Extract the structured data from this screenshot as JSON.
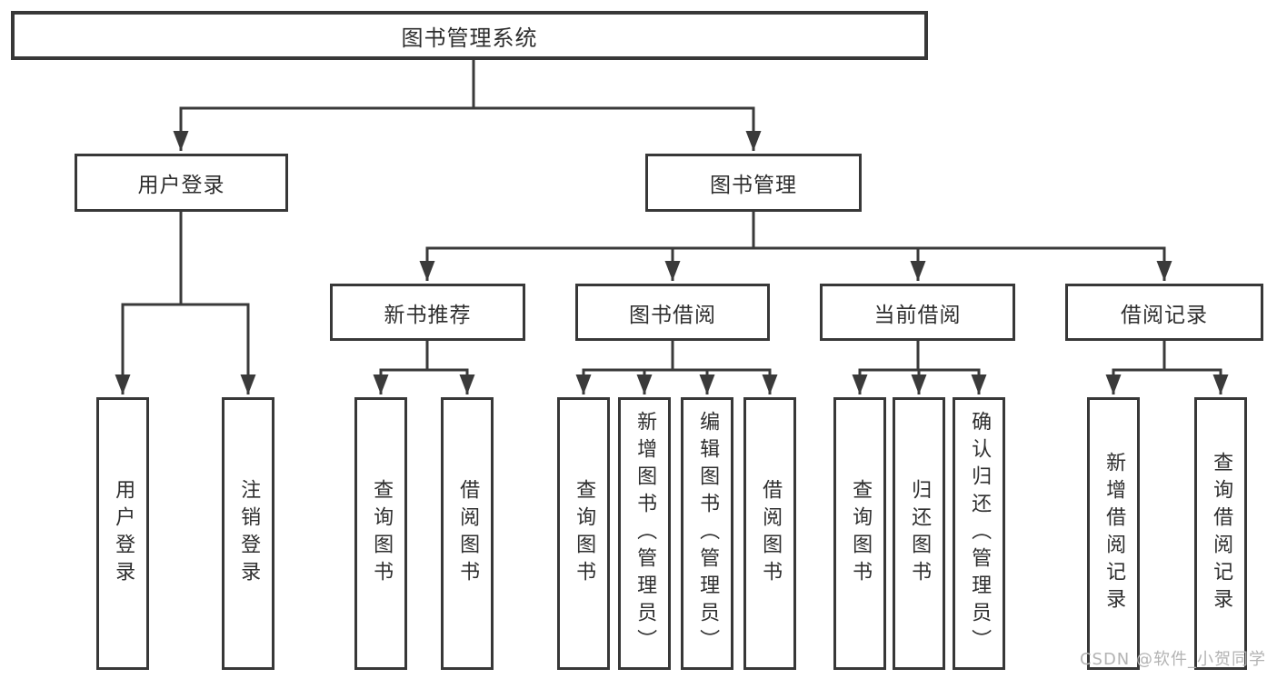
{
  "diagram": {
    "type": "hierarchy-diagram",
    "background": "#ffffff",
    "line_color": "#3a3a3a",
    "text_color": "#2e2e2e",
    "watermark": {
      "text": "CSDN @软件_小贺同学",
      "color": "#b3b3b3"
    },
    "nodes": {
      "root": {
        "label": "图书管理系统"
      },
      "user_login": {
        "label": "用户登录"
      },
      "book_mgmt": {
        "label": "图书管理"
      },
      "new_book_rec": {
        "label": "新书推荐"
      },
      "book_borrow": {
        "label": "图书借阅"
      },
      "current_borrow": {
        "label": "当前借阅"
      },
      "borrow_records": {
        "label": "借阅记录"
      },
      "leaf_user_login": {
        "label": "用户登录"
      },
      "leaf_logout": {
        "label": "注销登录"
      },
      "leaf_rec_query_books": {
        "label": "查询图书"
      },
      "leaf_rec_borrow_books": {
        "label": "借阅图书"
      },
      "leaf_bb_query_books": {
        "label": "查询图书"
      },
      "leaf_bb_add_books": {
        "label": "新增图书（管理员）"
      },
      "leaf_bb_edit_books": {
        "label": "编辑图书（管理员）"
      },
      "leaf_bb_borrow_books": {
        "label": "借阅图书"
      },
      "leaf_cb_query_books": {
        "label": "查询图书"
      },
      "leaf_cb_return_books": {
        "label": "归还图书"
      },
      "leaf_cb_confirm_return": {
        "label": "确认归还（管理员）"
      },
      "leaf_br_add_record": {
        "label": "新增借阅记录"
      },
      "leaf_br_query_record": {
        "label": "查询借阅记录"
      }
    },
    "edges": [
      [
        "root",
        "user_login"
      ],
      [
        "root",
        "book_mgmt"
      ],
      [
        "user_login",
        "leaf_user_login"
      ],
      [
        "user_login",
        "leaf_logout"
      ],
      [
        "book_mgmt",
        "new_book_rec"
      ],
      [
        "book_mgmt",
        "book_borrow"
      ],
      [
        "book_mgmt",
        "current_borrow"
      ],
      [
        "book_mgmt",
        "borrow_records"
      ],
      [
        "new_book_rec",
        "leaf_rec_query_books"
      ],
      [
        "new_book_rec",
        "leaf_rec_borrow_books"
      ],
      [
        "book_borrow",
        "leaf_bb_query_books"
      ],
      [
        "book_borrow",
        "leaf_bb_add_books"
      ],
      [
        "book_borrow",
        "leaf_bb_edit_books"
      ],
      [
        "book_borrow",
        "leaf_bb_borrow_books"
      ],
      [
        "current_borrow",
        "leaf_cb_query_books"
      ],
      [
        "current_borrow",
        "leaf_cb_return_books"
      ],
      [
        "current_borrow",
        "leaf_cb_confirm_return"
      ],
      [
        "borrow_records",
        "leaf_br_add_record"
      ],
      [
        "borrow_records",
        "leaf_br_query_record"
      ]
    ]
  }
}
